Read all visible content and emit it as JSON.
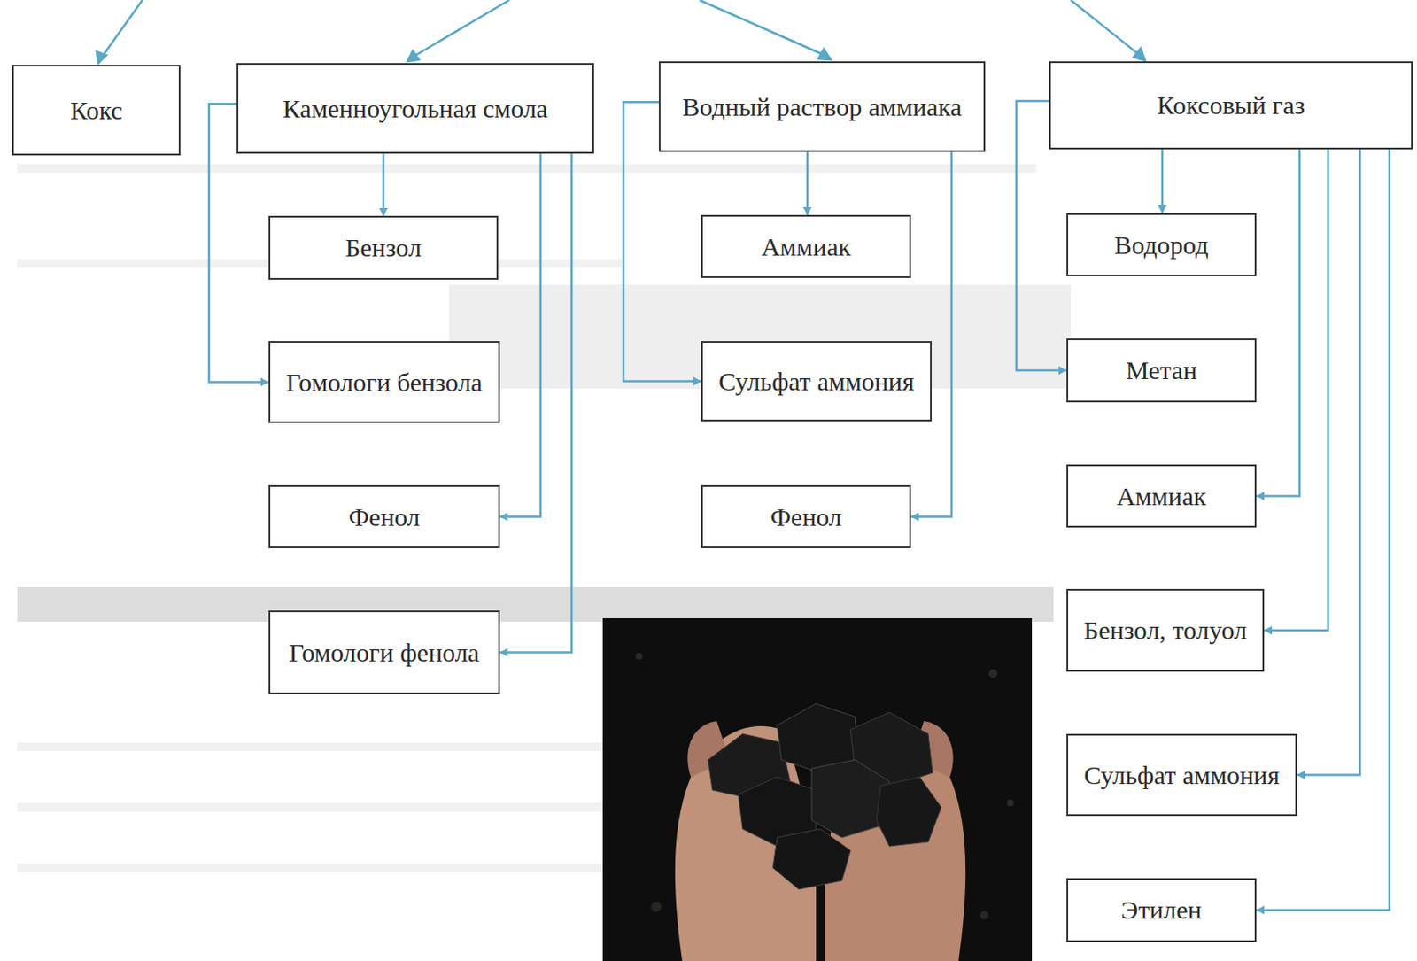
{
  "diagram": {
    "nodes": [
      {
        "text": [
          "Кокс"
        ]
      },
      {
        "text": [
          "Каменноугольная смола"
        ]
      },
      {
        "text": [
          "Водный раствор аммиака"
        ]
      },
      {
        "text": [
          "Коксовый газ"
        ]
      },
      {
        "text": [
          "Бензол"
        ]
      },
      {
        "text": [
          "Гомологи бензола"
        ]
      },
      {
        "text": [
          "Фенол"
        ]
      },
      {
        "text": [
          "Гомологи фенола"
        ]
      },
      {
        "text": [
          "Аммиак"
        ]
      },
      {
        "text": [
          "Сульфат аммония"
        ]
      },
      {
        "text": [
          "Фенол"
        ]
      },
      {
        "text": [
          "Водород"
        ]
      },
      {
        "text": [
          "Метан"
        ]
      },
      {
        "text": [
          "Аммиак"
        ]
      },
      {
        "text": [
          "Бензол, толуол"
        ]
      },
      {
        "text": [
          "Сульфат аммония"
        ]
      },
      {
        "text": [
          "Этилен"
        ]
      }
    ],
    "edges": [
      {
        "from": 1,
        "to": 4,
        "arrow": "to"
      },
      {
        "from": 1,
        "to": 5,
        "arrow": "to"
      },
      {
        "from": 1,
        "to": 6,
        "arrow": "to"
      },
      {
        "from": 1,
        "to": 7,
        "arrow": "to"
      },
      {
        "from": 2,
        "to": 8,
        "arrow": "to"
      },
      {
        "from": 2,
        "to": 9,
        "arrow": "to"
      },
      {
        "from": 2,
        "to": 10,
        "arrow": "to"
      },
      {
        "from": 3,
        "to": 11,
        "arrow": "to"
      },
      {
        "from": 3,
        "to": 12,
        "arrow": "to"
      },
      {
        "from": 3,
        "to": 13,
        "arrow": "to"
      },
      {
        "from": 3,
        "to": 14,
        "arrow": "to"
      },
      {
        "from": 3,
        "to": 15,
        "arrow": "to"
      },
      {
        "from": 3,
        "to": 16,
        "arrow": "to"
      }
    ]
  }
}
